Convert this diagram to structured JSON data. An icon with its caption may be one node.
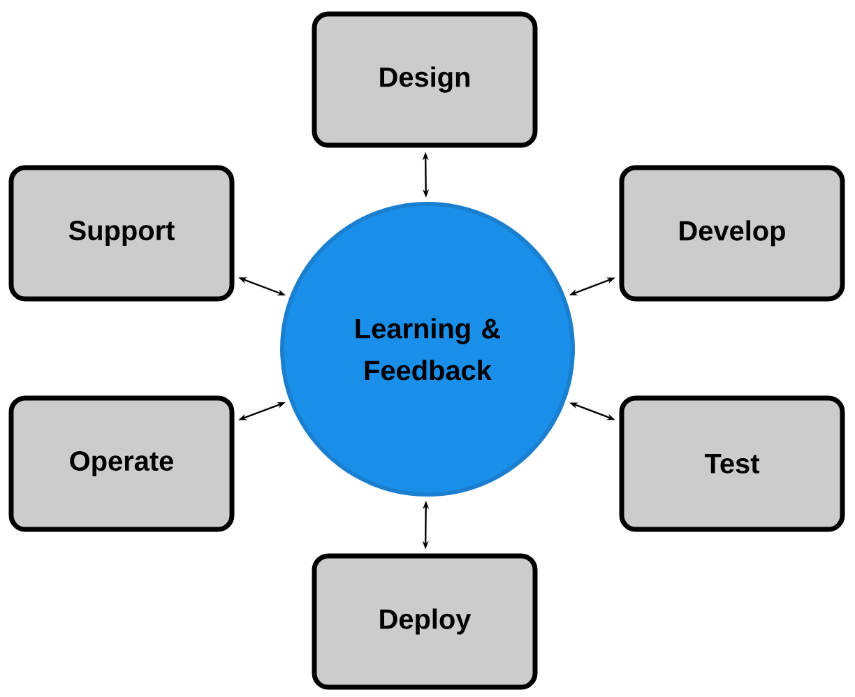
{
  "diagram": {
    "nodes": [
      {
        "text": [
          "Learning & Feedback"
        ]
      },
      {
        "text": [
          "Design"
        ]
      },
      {
        "text": [
          "Support"
        ]
      },
      {
        "text": [
          "Develop"
        ]
      },
      {
        "text": [
          "Operate"
        ]
      },
      {
        "text": [
          "Test"
        ]
      },
      {
        "text": [
          "Deploy"
        ]
      }
    ],
    "edges": [
      {
        "from": 0,
        "to": 1,
        "arrow": "both"
      },
      {
        "from": 0,
        "to": 2,
        "arrow": "both"
      },
      {
        "from": 0,
        "to": 3,
        "arrow": "both"
      },
      {
        "from": 0,
        "to": 4,
        "arrow": "both"
      },
      {
        "from": 0,
        "to": 5,
        "arrow": "both"
      },
      {
        "from": 0,
        "to": 6,
        "arrow": "both"
      }
    ]
  }
}
